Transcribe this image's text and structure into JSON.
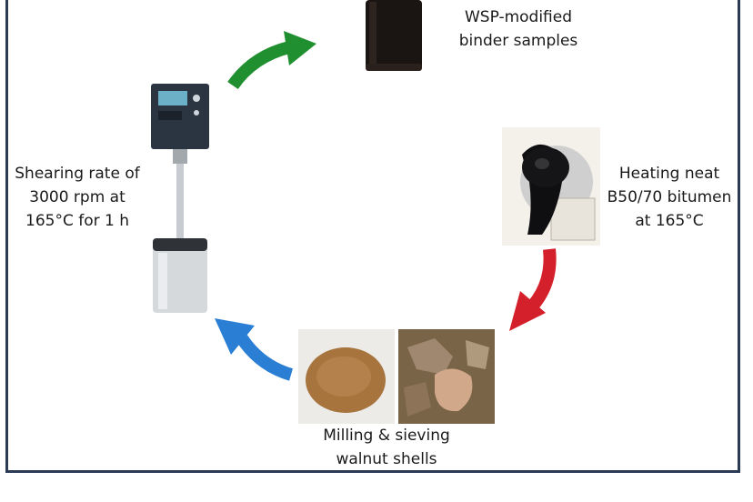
{
  "steps": {
    "top": {
      "line1": "WSP-modified",
      "line2": "binder samples"
    },
    "right": {
      "line1": "Heating neat",
      "line2": "B50/70 bitumen",
      "line3": "at 165°C"
    },
    "bottom": {
      "line1": "Milling & sieving",
      "line2": "walnut shells"
    },
    "left": {
      "line1": "Shearing rate of",
      "line2": "3000 rpm at",
      "line3": "165°C for 1 h"
    }
  },
  "colors": {
    "frame": "#2b3a55",
    "arrow_green": "#1f8f2f",
    "arrow_red": "#d4202a",
    "arrow_blue": "#2a7fd4"
  },
  "icons": {
    "top": "jar-of-binder-image",
    "right": "heating-can-image",
    "bottom": "walnut-powder-and-shells-image",
    "left": "shear-mixer-image"
  }
}
